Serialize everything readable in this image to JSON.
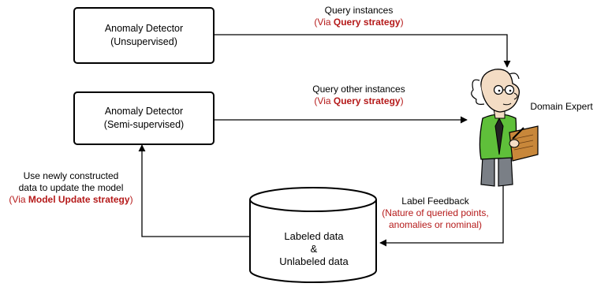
{
  "detector_unsupervised": {
    "title": "Anomaly Detector",
    "subtitle": "(Unsupervised)"
  },
  "detector_semisupervised": {
    "title": "Anomaly Detector",
    "subtitle": "(Semi-supervised)"
  },
  "query_instances": {
    "line1": "Query instances",
    "prefix": "(Via ",
    "strategy": "Query strategy",
    "suffix": ")"
  },
  "query_other": {
    "line1": "Query other instances",
    "prefix": "(Via ",
    "strategy": "Query strategy",
    "suffix": ")"
  },
  "domain_expert": {
    "label": "Domain Expert"
  },
  "label_feedback": {
    "line1": "Label Feedback",
    "line2": "(Nature of queried points,",
    "line3": "anomalies or nominal)"
  },
  "model_update": {
    "line1": "Use newly constructed",
    "line2": "data to update the model",
    "prefix": "(Via ",
    "strategy": "Model Update strategy",
    "suffix": ")"
  },
  "database": {
    "line1": "Labeled data",
    "line2": "&",
    "line3": "Unlabeled data"
  },
  "colors": {
    "accent_red": "#b51a1a",
    "skin": "#f3dcc4",
    "shirt": "#5fbf3a",
    "pants": "#7a7f86",
    "clipboard": "#c8873a"
  }
}
